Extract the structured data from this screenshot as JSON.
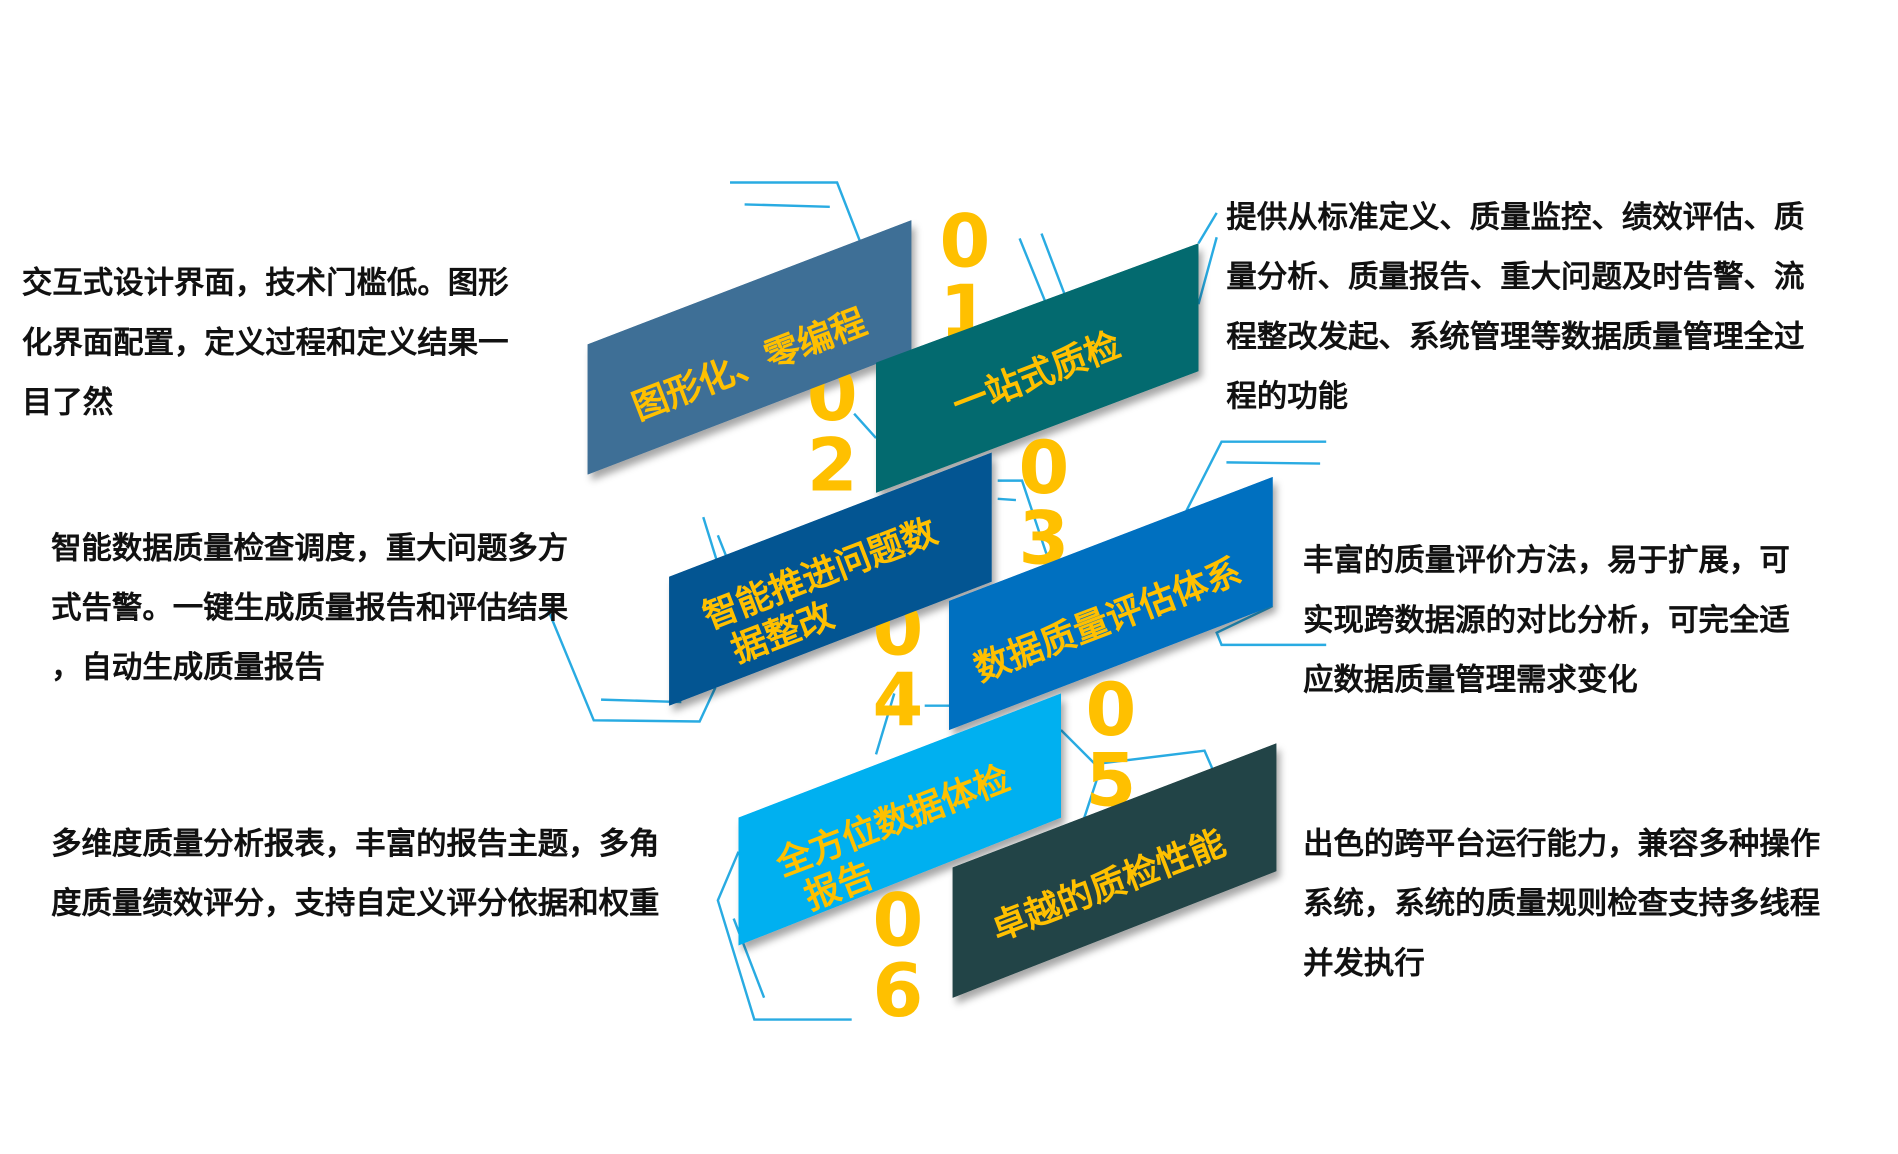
{
  "colors": {
    "accent": "#FFC000",
    "line": "#29ABE2",
    "card1": "#3E6F96",
    "card2": "#036A6F",
    "card3": "#035592",
    "card4": "#0070C0",
    "card5": "#00B0F0",
    "card6": "#224447"
  },
  "items": [
    {
      "num": [
        "0",
        "1"
      ],
      "title": "图形化、零编程",
      "desc": [
        "交互式设计界面，技术门槛低。图形",
        "化界面配置，定义过程和定义结果一",
        "目了然"
      ]
    },
    {
      "num": [
        "0",
        "2"
      ],
      "title": "一站式质检",
      "desc": [
        "提供从标准定义、质量监控、绩效评估、质",
        "量分析、质量报告、重大问题及时告警、流",
        "程整改发起、系统管理等数据质量管理全过",
        "程的功能"
      ]
    },
    {
      "num": [
        "0",
        "3"
      ],
      "title": [
        "智能推进问题数",
        "据整改"
      ],
      "desc": [
        "智能数据质量检查调度，重大问题多方",
        "式告警。一键生成质量报告和评估结果",
        "，自动生成质量报告"
      ]
    },
    {
      "num": [
        "0",
        "4"
      ],
      "title": "数据质量评估体系",
      "desc": [
        "丰富的质量评价方法，易于扩展，可",
        "实现跨数据源的对比分析，可完全适",
        "应数据质量管理需求变化"
      ]
    },
    {
      "num": [
        "0",
        "5"
      ],
      "title": [
        "全方位数据体检",
        "报告"
      ],
      "desc": [
        "多维度质量分析报表，丰富的报告主题，多角",
        "度质量绩效评分，支持自定义评分依据和权重"
      ]
    },
    {
      "num": [
        "0",
        "6"
      ],
      "title": "卓越的质检性能",
      "desc": [
        "出色的跨平台运行能力，兼容多种操作",
        "系统，系统的质量规则检查支持多线程",
        "并发执行"
      ]
    }
  ]
}
